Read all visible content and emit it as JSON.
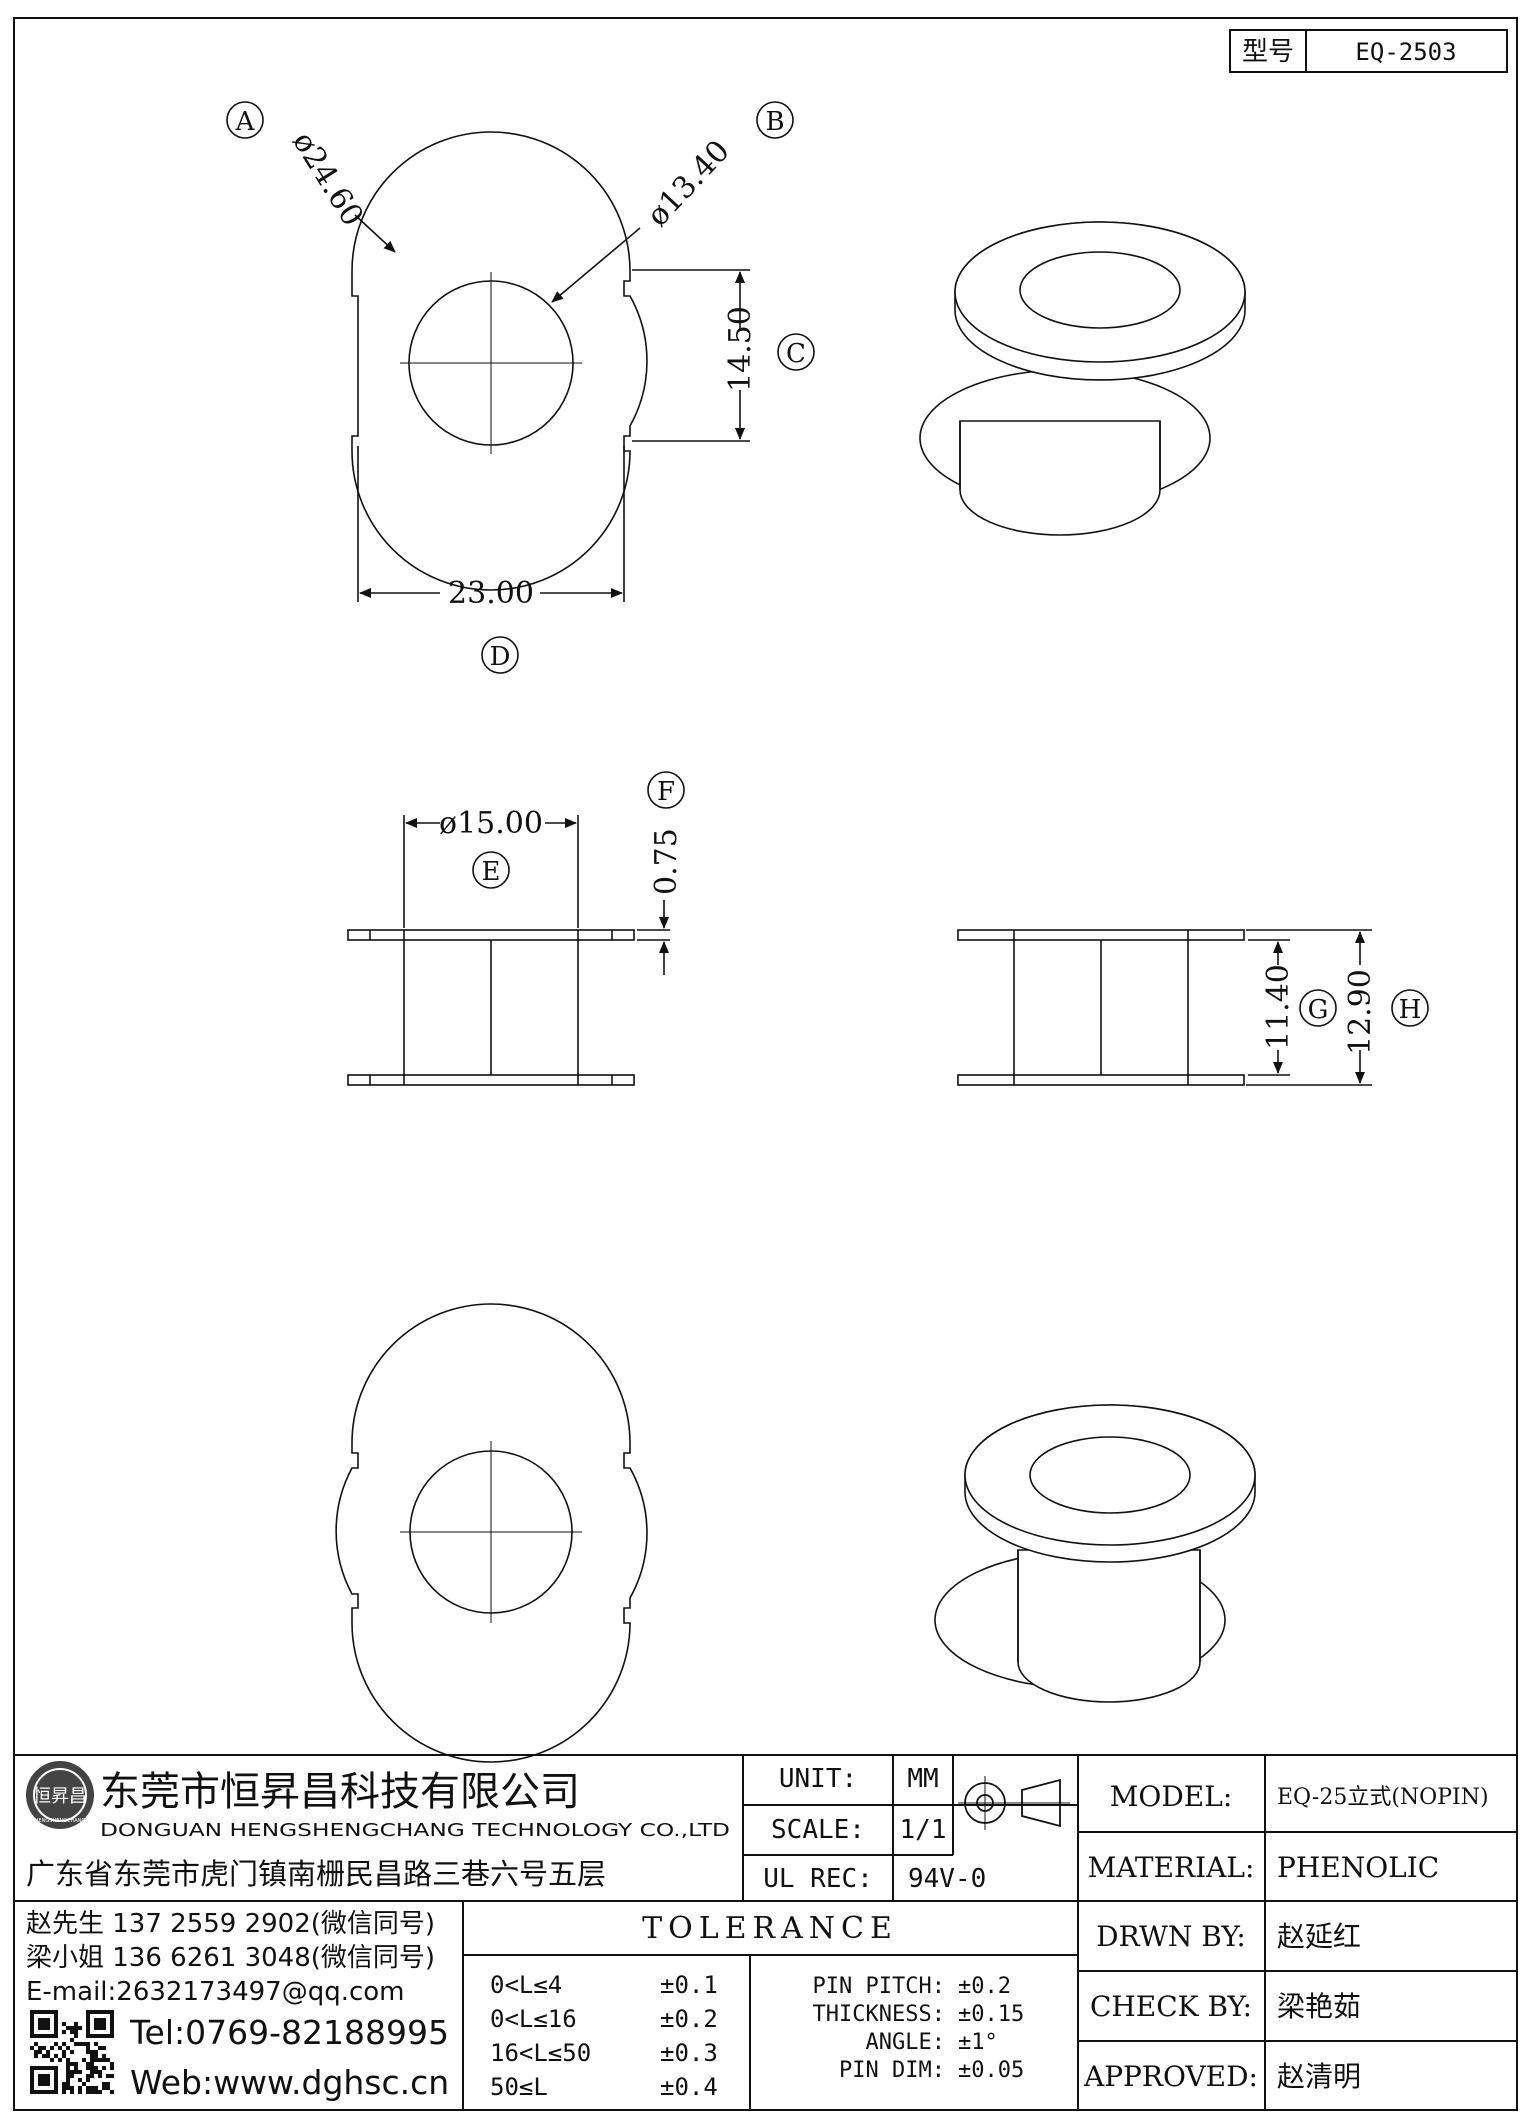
{
  "header": {
    "type_label": "型号",
    "part_number": "EQ-2503"
  },
  "callouts": {
    "A": "A",
    "B": "B",
    "C": "C",
    "D": "D",
    "E": "E",
    "F": "F",
    "G": "G",
    "H": "H"
  },
  "dimensions": {
    "a_outer_dia": "ø24.60",
    "b_inner_dia": "ø13.40",
    "c_height": "14.50",
    "d_width": "23.00",
    "e_core_dia": "ø15.00",
    "f_flange_thickness": "0.75",
    "g_inner_height": "11.40",
    "h_total_height": "12.90"
  },
  "company": {
    "name_cn": "东莞市恒昇昌科技有限公司",
    "name_en": "DONGUAN HENGSHENGCHANG TECHNOLOGY CO.,LTD",
    "address": "广东省东莞市虎门镇南栅民昌路三巷六号五层",
    "logo_text": "恒昇昌",
    "logo_subtext": "HENGSHENGCHANG"
  },
  "contacts": {
    "line1": "赵先生 137 2559 2902(微信同号)",
    "line2": "梁小姐 136 6261 3048(微信同号)",
    "email": "E-mail:2632173497@qq.com",
    "tel": "Tel:0769-82188995",
    "web": "Web:www.dghsc.cn"
  },
  "spec": {
    "unit_label": "UNIT:",
    "unit_value": "MM",
    "scale_label": "SCALE:",
    "scale_value": "1/1",
    "ulrec_label": "UL REC:",
    "ulrec_value": "94V-0"
  },
  "tolerance": {
    "title": "TOLERANCE",
    "rows": [
      {
        "range": "0<L≤4",
        "value": "±0.1"
      },
      {
        "range": "0<L≤16",
        "value": "±0.2"
      },
      {
        "range": "16<L≤50",
        "value": "±0.3"
      },
      {
        "range": "50≤L",
        "value": "±0.4"
      }
    ],
    "extra": [
      {
        "label": "PIN PITCH:",
        "value": "±0.2"
      },
      {
        "label": "THICKNESS:",
        "value": "±0.15"
      },
      {
        "label": "ANGLE:",
        "value": "±1°"
      },
      {
        "label": "PIN DIM:",
        "value": "±0.05"
      }
    ]
  },
  "titleblock": {
    "model_label": "MODEL:",
    "model_value": "EQ-25立式(NOPIN)",
    "material_label": "MATERIAL:",
    "material_value": "PHENOLIC",
    "drawn_label": "DRWN BY:",
    "drawn_value": "赵延红",
    "check_label": "CHECK BY:",
    "check_value": "梁艳茹",
    "approved_label": "APPROVED:",
    "approved_value": "赵清明"
  }
}
